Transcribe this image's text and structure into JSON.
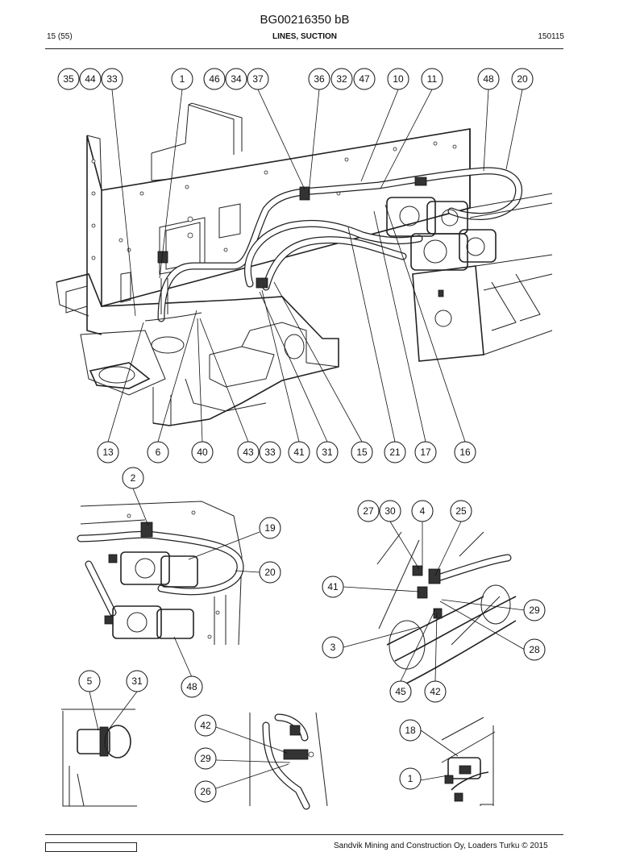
{
  "header": {
    "doc_id": "BG00216350 bB",
    "page": "15 (55)",
    "title": "LINES, SUCTION",
    "date": "150115"
  },
  "footer": {
    "copyright": "Sandvik Mining and Construction Oy, Loaders Turku © 2015"
  },
  "callouts": {
    "main_top": [
      "35",
      "44",
      "33",
      "1",
      "46",
      "34",
      "37",
      "36",
      "32",
      "47",
      "10",
      "11",
      "48",
      "20"
    ],
    "main_bottom": [
      "13",
      "6",
      "40",
      "43",
      "33",
      "41",
      "31",
      "15",
      "21",
      "17",
      "16"
    ],
    "detail_pump": [
      "2",
      "19",
      "20",
      "48"
    ],
    "detail_valve": [
      "27",
      "30",
      "4",
      "25",
      "41",
      "29",
      "3",
      "28",
      "45",
      "42"
    ],
    "detail_clamp_left": [
      "5",
      "31"
    ],
    "detail_clamp_mid": [
      "42",
      "29",
      "26"
    ],
    "detail_clamp_right": [
      "18",
      "1"
    ]
  }
}
